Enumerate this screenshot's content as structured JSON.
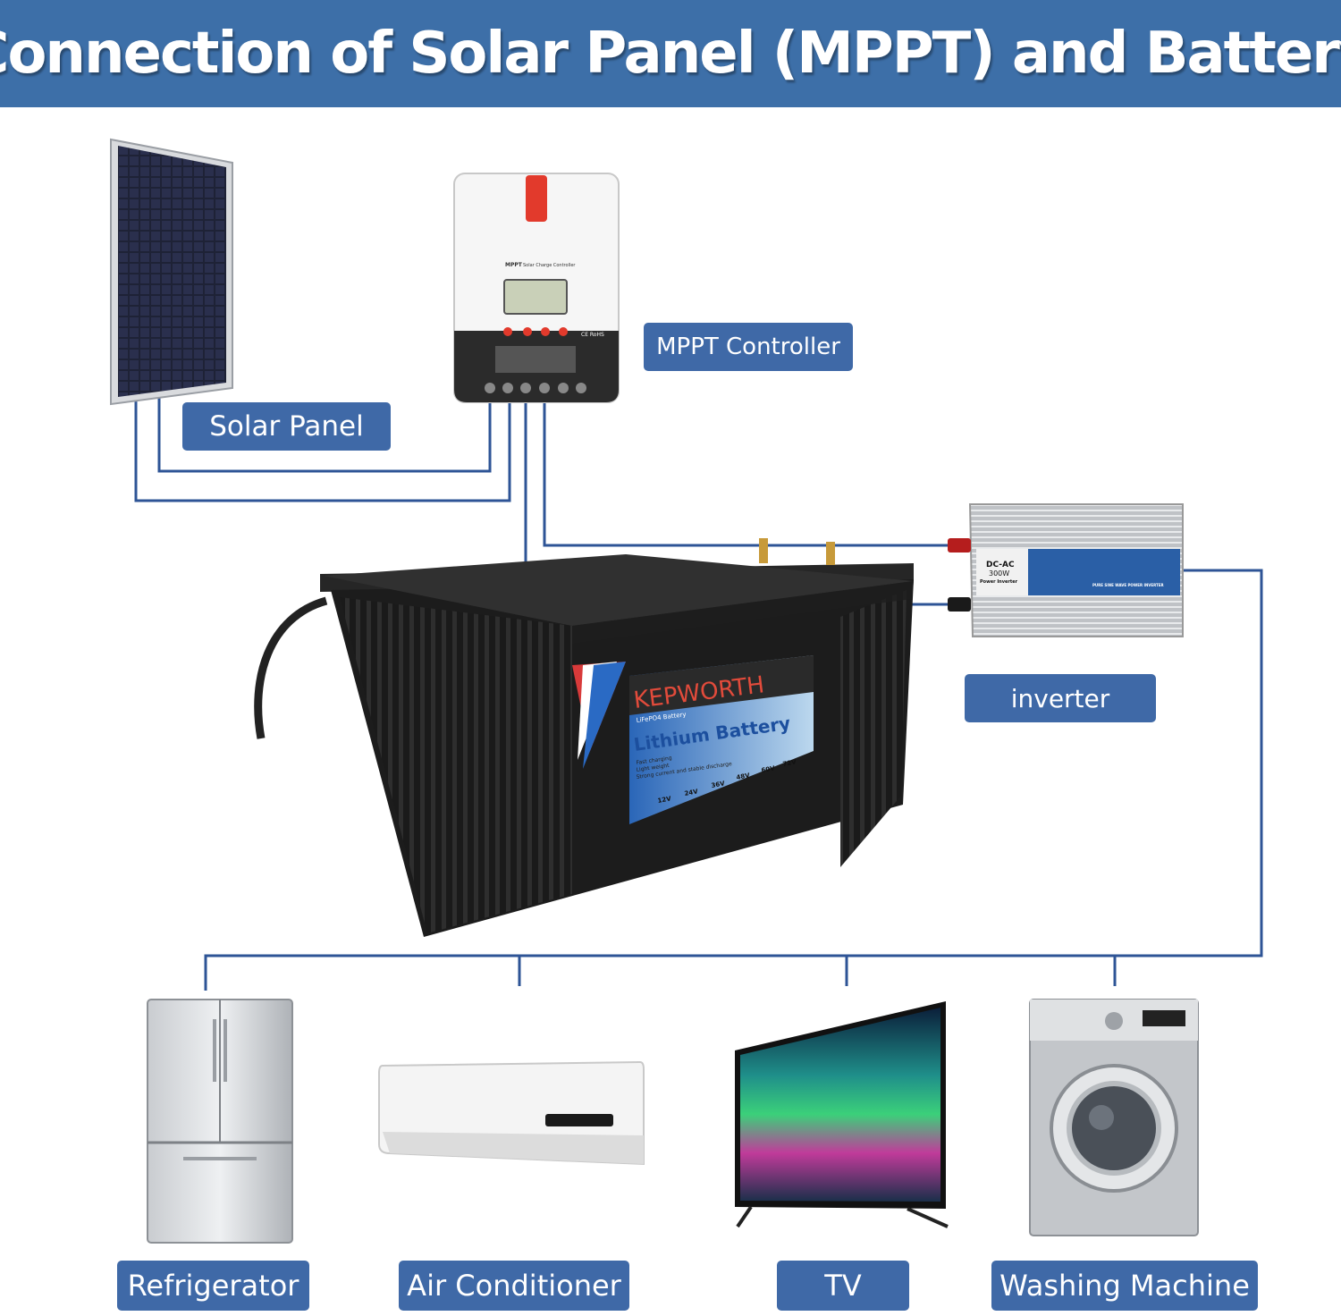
{
  "title": "Connection of Solar Panel (MPPT) and Battery",
  "colors": {
    "header_bg": "#3d6fa8",
    "label_bg": "#3f69a7",
    "wire": "#2e5496",
    "text": "#ffffff"
  },
  "components": {
    "solar_panel": "Solar Panel",
    "mppt_controller": "MPPT Controller",
    "inverter": "inverter"
  },
  "battery": {
    "brand": "KEPWORTH",
    "subtitle": "LiFePO4 Battery",
    "name": "Lithium Battery",
    "features": [
      "Fast charging",
      "Light weight",
      "Strong current and stable discharge"
    ],
    "voltages": [
      "12V",
      "24V",
      "36V",
      "48V",
      "60V",
      "72V"
    ]
  },
  "controller_device": {
    "brand": "MPPT",
    "caption": "Solar Charge Controller",
    "marks": "CE RoHS"
  },
  "inverter_device": {
    "type": "DC-AC",
    "power": "300W",
    "name": "Power Inverter",
    "caption": "PURE SINE WAVE POWER INVERTER"
  },
  "appliances": [
    {
      "label": "Refrigerator",
      "icon": "refrigerator-icon"
    },
    {
      "label": "Air Conditioner",
      "icon": "air-conditioner-icon"
    },
    {
      "label": "TV",
      "icon": "tv-icon"
    },
    {
      "label": "Washing Machine",
      "icon": "washing-machine-icon"
    }
  ]
}
